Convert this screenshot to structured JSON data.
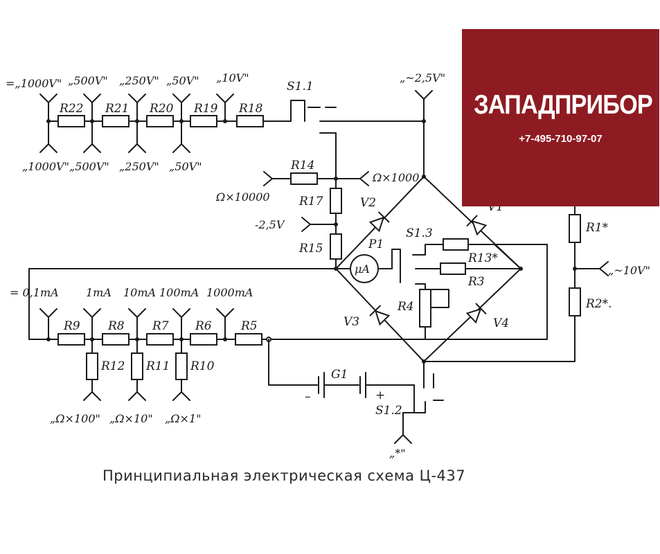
{
  "caption": "Принципиальная электрическая схема Ц-437",
  "brand": {
    "name": "ЗАПАДПРИБОР",
    "phone": "+7-495-710-97-07",
    "background": "#8f1b22"
  },
  "top_terminals": [
    "=„1000V\"",
    "„500V\"",
    "„250V\"",
    "„50V\"",
    "„10V\""
  ],
  "lower_terminals": [
    "„1000V\"",
    "„500V\"",
    "„250V\"",
    "„50V\""
  ],
  "current_terminals": [
    "= 0,1mA",
    "1mA",
    "10mA",
    "100mA",
    "1000mA"
  ],
  "ohm_terminals": [
    "„Ω×100\"",
    "„Ω×10\"",
    "„Ω×1\""
  ],
  "labels": {
    "ac25": "„~2,5V\"",
    "ac10": "„~10V\"",
    "dc25": "-2,5V",
    "ohm1000": "Ω×1000",
    "ohm10000": "Ω×10000",
    "star": "„*\"",
    "minus": "–",
    "plus": "+",
    "meter": "μA"
  },
  "resistors": {
    "R22": "R22",
    "R21": "R21",
    "R20": "R20",
    "R19": "R19",
    "R18": "R18",
    "R14": "R14",
    "R17": "R17",
    "R15": "R15",
    "R9": "R9",
    "R8": "R8",
    "R7": "R7",
    "R6": "R6",
    "R5": "R5",
    "R12": "R12",
    "R11": "R11",
    "R10": "R10",
    "R13": "R13*",
    "R3": "R3",
    "R4": "R4",
    "R1": "R1*",
    "R2": "R2*."
  },
  "components": {
    "S11": "S1.1",
    "S12": "S1.2",
    "S13": "S1.3",
    "V1": "V1",
    "V2": "V2",
    "V3": "V3",
    "V4": "V4",
    "P1": "P1",
    "G1": "G1"
  }
}
